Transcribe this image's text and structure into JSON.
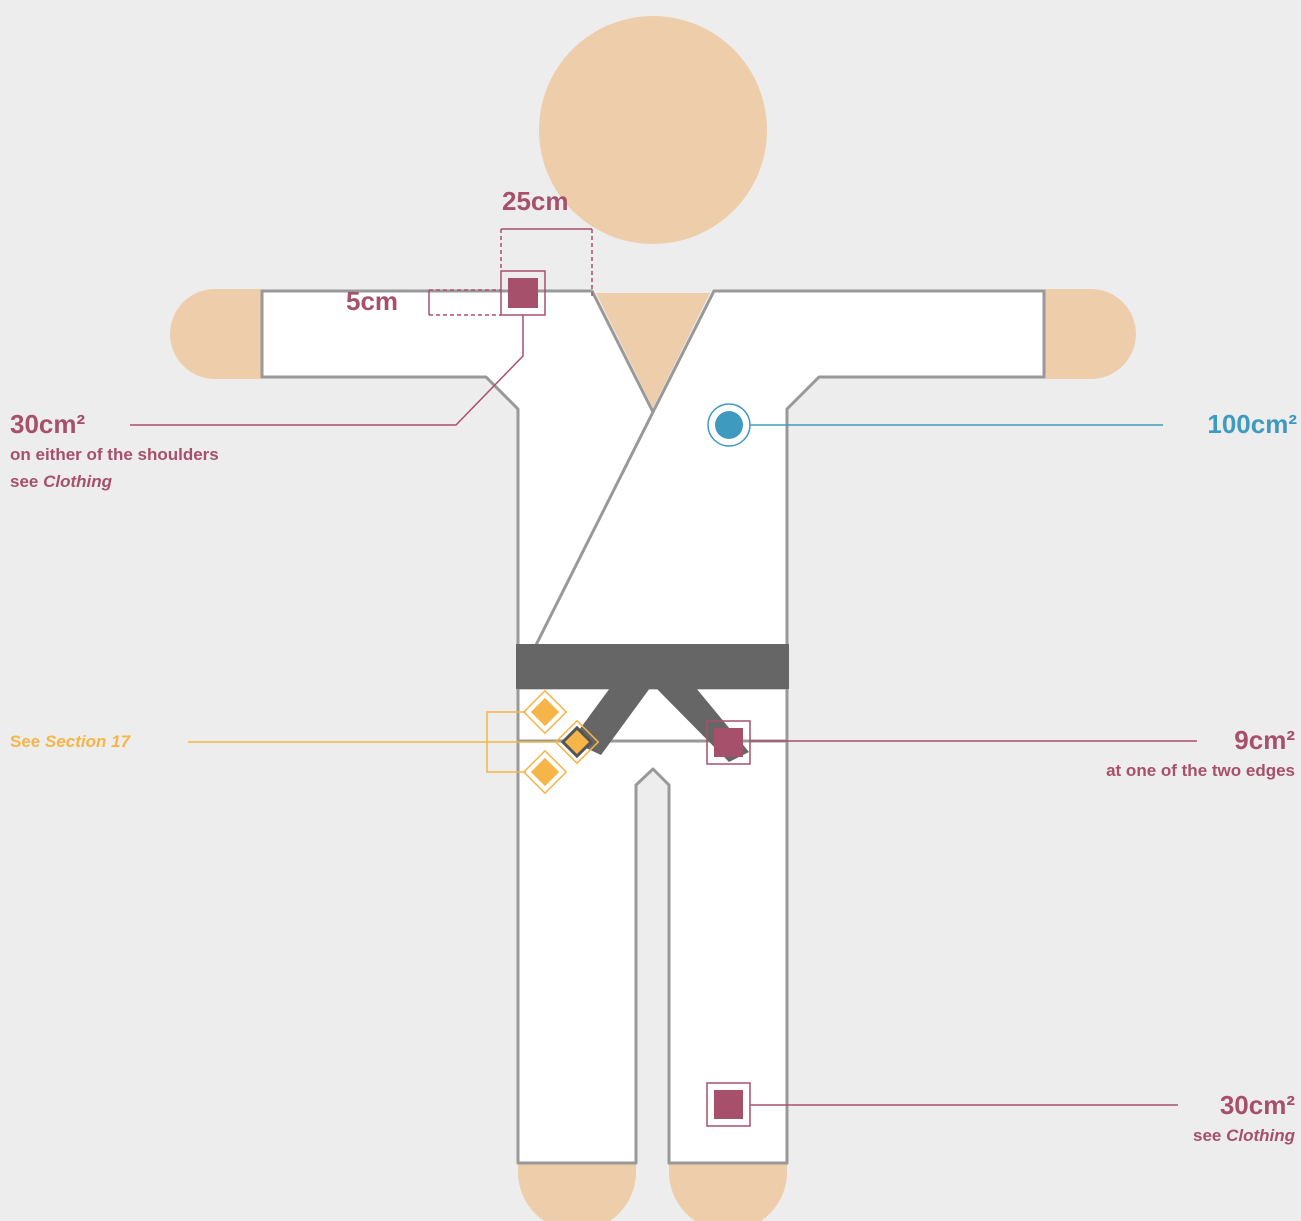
{
  "dimensions": {
    "width_label": "25cm",
    "height_label": "5cm"
  },
  "annotations": {
    "shoulder": {
      "area": "30cm²",
      "note": "on either of the shoulders",
      "see_prefix": "see ",
      "see_ref": "Clothing"
    },
    "chest": {
      "area": "100cm²"
    },
    "belt_edge": {
      "area": "9cm²",
      "note": "at one of the two edges"
    },
    "belt_knot": {
      "see_prefix": "See ",
      "see_ref": "Section 17"
    },
    "trousers": {
      "area": "30cm²",
      "see_prefix": "see ",
      "see_ref": "Clothing"
    }
  },
  "colors": {
    "background": "#ededed",
    "skin": "#eecdaa",
    "gi_fill": "#ffffff",
    "gi_outline": "#999999",
    "belt": "#666666",
    "mauve": "#a7506b",
    "blue": "#3f9abf",
    "gold": "#f5b548"
  }
}
